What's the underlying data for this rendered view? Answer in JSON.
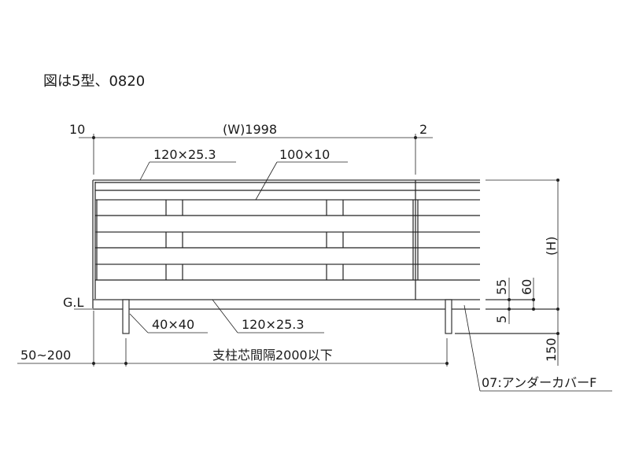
{
  "title": "図は5型、0820",
  "dimensions": {
    "left_offset": "10",
    "width": "(W)1998",
    "right_offset": "2",
    "height": "(H)",
    "gap_55": "55",
    "gap_60": "60",
    "gap_5": "5",
    "post_depth": "150",
    "setback": "50~200",
    "post_spacing": "支柱芯間隔2000以下"
  },
  "labels": {
    "top_rail": "120×25.3",
    "board": "100×10",
    "post": "40×40",
    "bottom_rail": "120×25.3",
    "ground_line": "G.L",
    "under_cover": "07:アンダーカバーF"
  }
}
